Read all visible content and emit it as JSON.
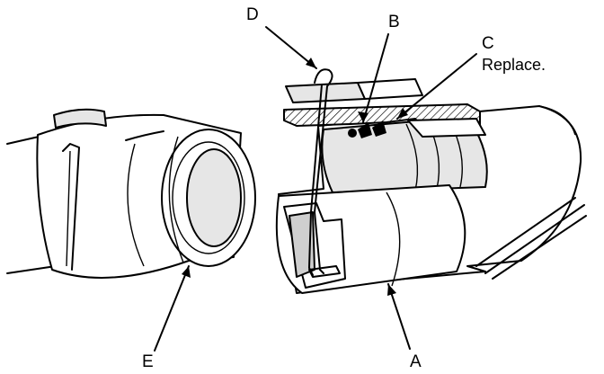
{
  "figure": {
    "labels": {
      "a": "A",
      "b": "B",
      "c": "C",
      "c_note": "Replace.",
      "d": "D",
      "e": "E"
    }
  }
}
